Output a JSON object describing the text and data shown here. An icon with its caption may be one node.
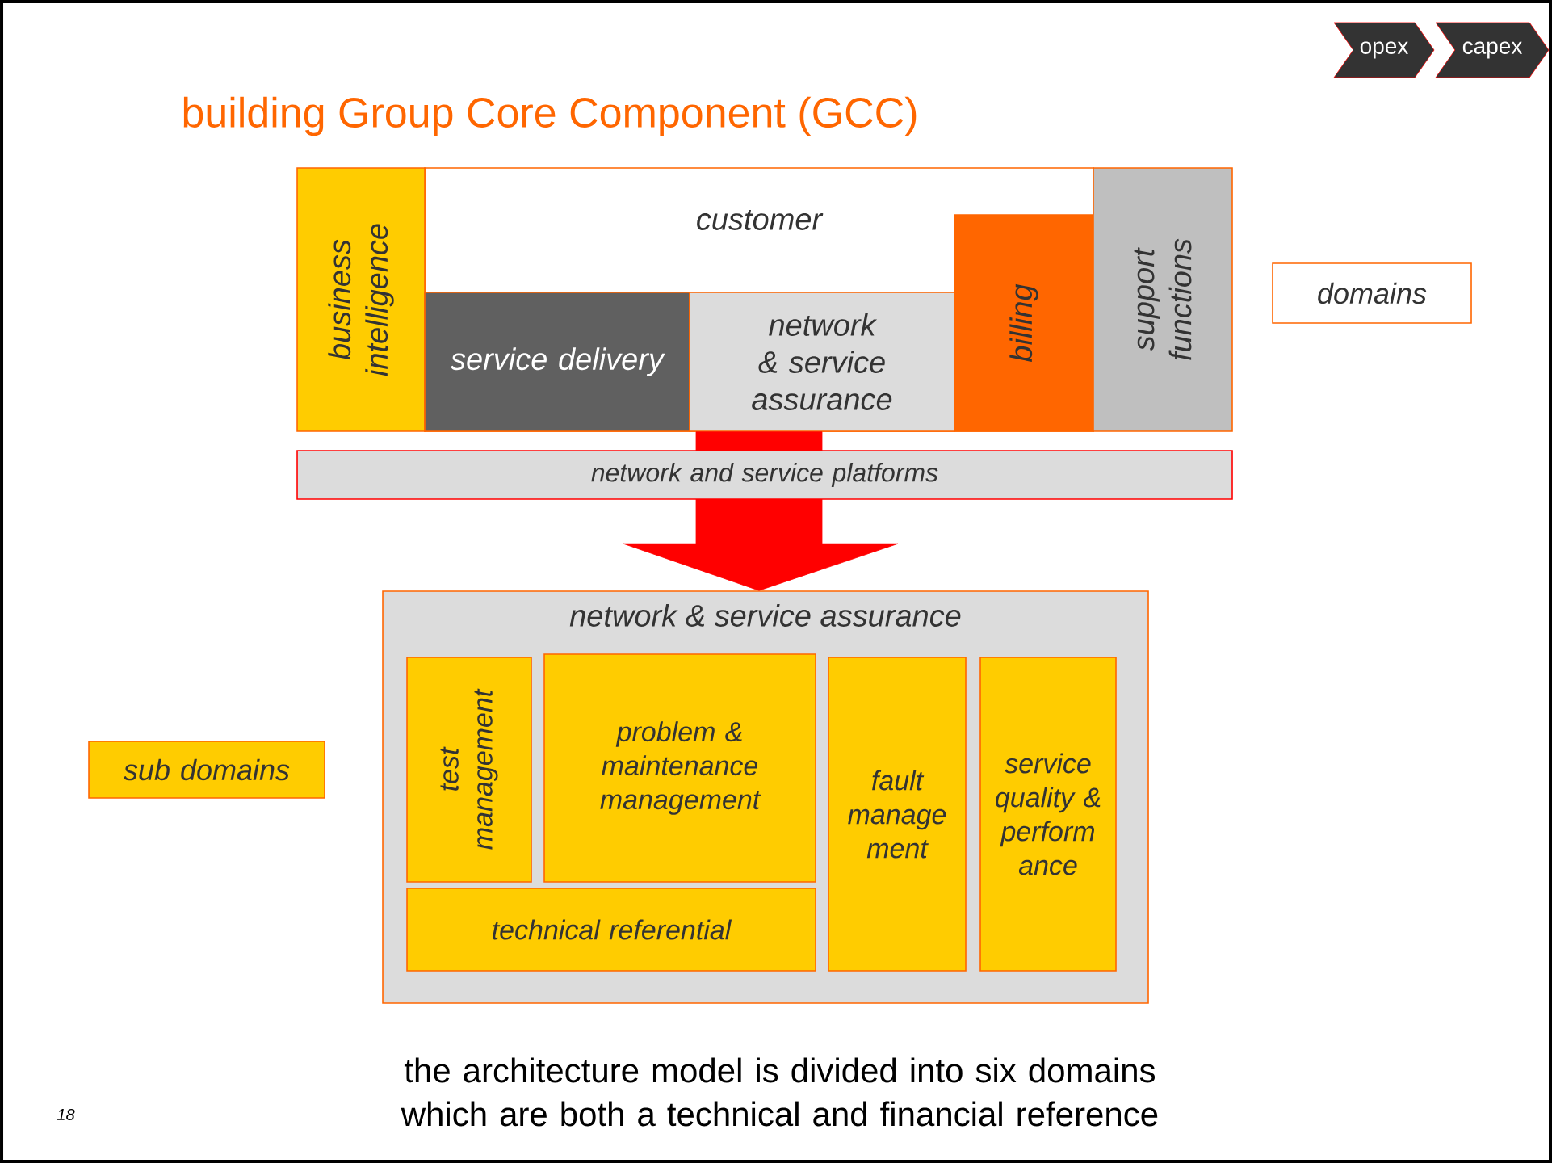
{
  "diagram": {
    "title": "building Group Core Component (GCC)",
    "caption": "the architecture model is divided into six domains which are both a technical and financial reference",
    "nodes": [
      {
        "text": [
          "opex"
        ]
      },
      {
        "text": [
          "capex"
        ]
      },
      {
        "text": [
          "customer"
        ]
      },
      {
        "text": [
          "business intelligence"
        ]
      },
      {
        "text": [
          "service delivery"
        ],
        "in": 2
      },
      {
        "text": [
          "network & service assurance"
        ],
        "in": 2
      },
      {
        "text": [
          "billing"
        ],
        "in": 2
      },
      {
        "text": [
          "support functions"
        ]
      },
      {
        "text": [
          "domains"
        ]
      },
      {
        "text": [
          "network and service platforms"
        ]
      },
      {
        "text": [
          "sub domains"
        ]
      },
      {
        "text": [
          "network & service assurance"
        ]
      },
      {
        "text": [
          "test management"
        ],
        "in": 11
      },
      {
        "text": [
          "problem & maintenance management"
        ],
        "in": 11
      },
      {
        "text": [
          "fault manage ment"
        ],
        "in": 11
      },
      {
        "text": [
          "service quality & perform ance"
        ],
        "in": 11
      },
      {
        "text": [
          "technical referential"
        ],
        "in": 11
      }
    ],
    "edges": [
      {
        "from": 5,
        "to": 11,
        "arrow": "to",
        "style": "thick",
        "color": "#ff0000"
      }
    ],
    "labels": [
      "18"
    ]
  }
}
